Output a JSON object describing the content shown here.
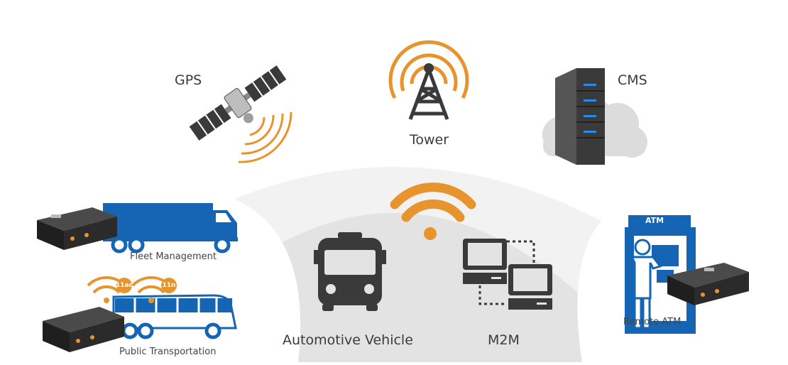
{
  "labels": {
    "gps": "GPS",
    "tower": "Tower",
    "cms": "CMS",
    "fleet": "Fleet Management",
    "public_transport": "Public Transportation",
    "automotive": "Automotive Vehicle",
    "m2m": "M2M",
    "remote_atm": "Remote ATM",
    "atm_sign": "ATM"
  },
  "badges": {
    "wifi_1": "11ac",
    "wifi_2": "11n"
  },
  "icons": [
    "satellite-icon",
    "tower-icon",
    "server-icon",
    "cloud-icon",
    "truck-icon",
    "bus-icon",
    "router-icon",
    "wifi-icon",
    "computer-icon",
    "atm-icon",
    "person-icon"
  ],
  "colors": {
    "accent_orange": "#e8942c",
    "vehicle_blue": "#1565b4",
    "icon_dark": "#3a3a3a",
    "band_light": "#f1f1f1",
    "band_mid": "#e1e1e1"
  }
}
